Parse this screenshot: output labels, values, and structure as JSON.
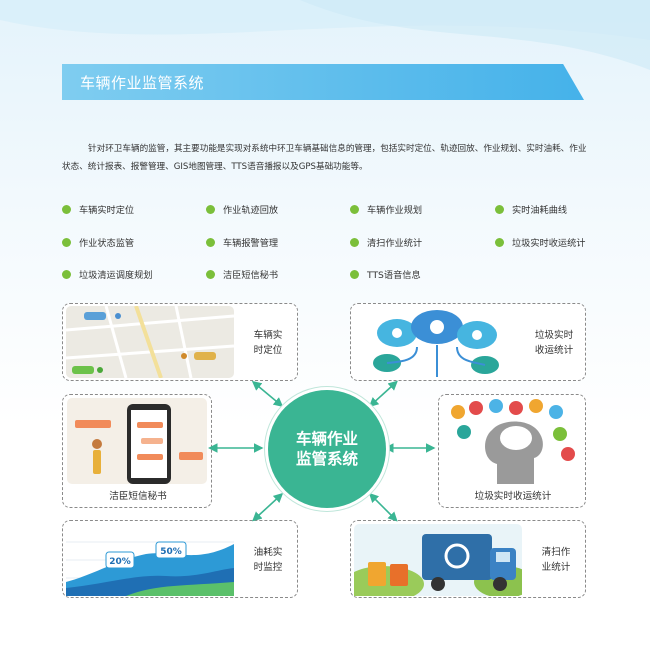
{
  "title": "车辆作业监管系统",
  "intro": "针对环卫车辆的监管，其主要功能是实现对系统中环卫车辆基础信息的管理，包括实时定位、轨迹回放、作业规划、实时油耗、作业状态、统计报表、报警管理、GIS地图管理、TTS语音播报以及GPS基础功能等。",
  "features": [
    "车辆实时定位",
    "作业轨迹回放",
    "车辆作业规划",
    "实时油耗曲线",
    "作业状态监管",
    "车辆报警管理",
    "清扫作业统计",
    "垃圾实时收运统计",
    "垃圾清运调度规划",
    "洁臣短信秘书",
    "TTS语音信息"
  ],
  "center": "车辆作业\n监管系统",
  "cards": {
    "location": "车辆实\n时定位",
    "garbage_cloud": "垃圾实时\n收运统计",
    "sms": "洁臣短信秘书",
    "garbage_stats": "垃圾实时收运统计",
    "fuel": "油耗实\n时监控",
    "sweep": "清扫作\n业统计"
  },
  "fuel_badges": [
    "20%",
    "50%"
  ],
  "colors": {
    "banner": "#5bbcec",
    "feature_dot": "#7bbf3a",
    "center": "#3ab593",
    "arrow": "#3ab593"
  }
}
